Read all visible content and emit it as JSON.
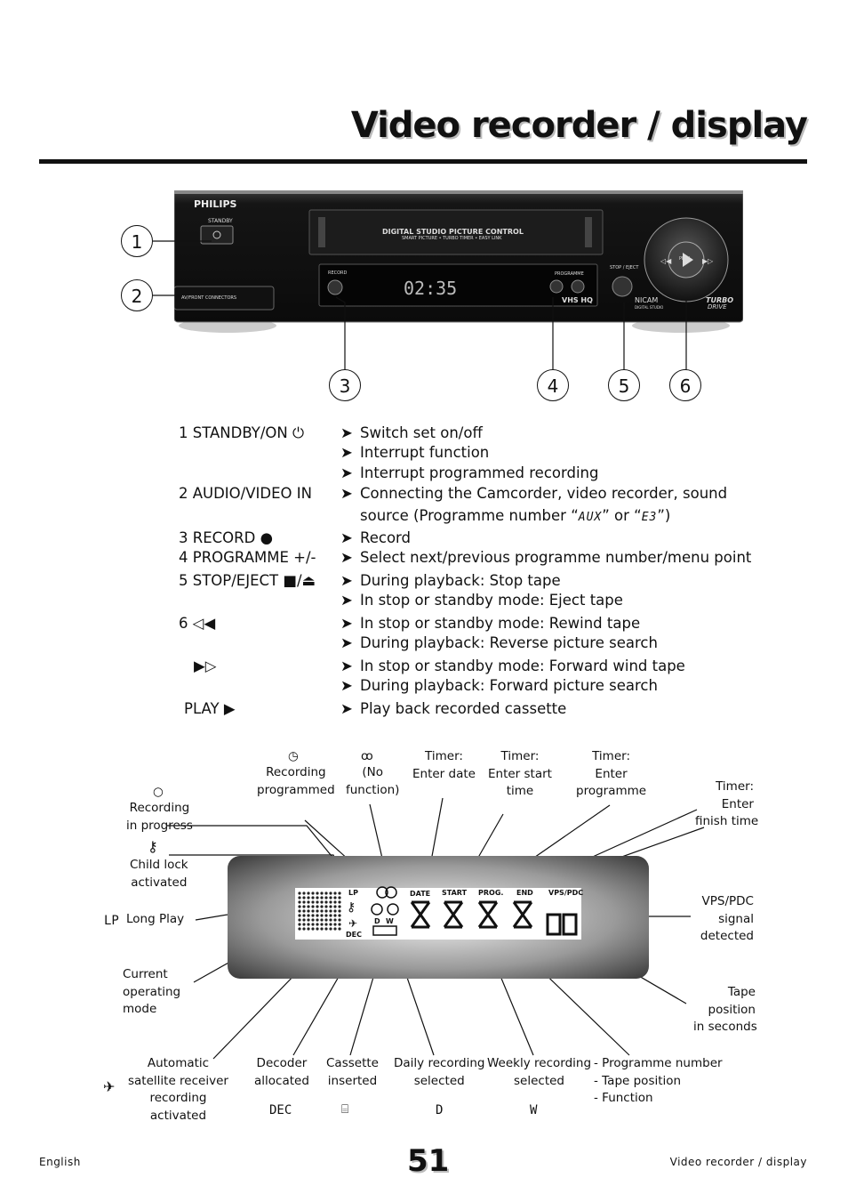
{
  "title": "Video recorder /  display",
  "vcr": {
    "brand": "PHILIPS",
    "standby_label": "STANDBY",
    "cassette_title": "DIGITAL STUDIO PICTURE CONTROL",
    "cassette_subtitle": "SMART PICTURE • TURBO TIMER • EASY LINK",
    "record_label": "RECORD",
    "programme_label": "PROGRAMME",
    "stop_eject_label": "STOP / EJECT",
    "play_label": "PLAY",
    "nicam": "NICAM",
    "digital_studio": "DIGITAL STUDIO",
    "turbo": "TURBO",
    "drive": "DRIVE",
    "av_connectors": "AV/FRONT CONNECTORS",
    "vhs_hq": "VHS HQ",
    "lcd_time": "02:35"
  },
  "callouts": [
    "1",
    "2",
    "3",
    "4",
    "5",
    "6"
  ],
  "functions": {
    "standby_label": "1 STANDBY/ON",
    "standby_items": [
      "Switch set on/off",
      "Interrupt function",
      "Interrupt programmed recording"
    ],
    "av_label": "2 AUDIO/VIDEO IN",
    "av_item1": "Connecting the Camcorder, video recorder, sound",
    "av_item2_pre": "source (Programme number “",
    "av_seg1": "AUX",
    "av_mid": "” or “",
    "av_seg2": "E3",
    "av_end": "”)",
    "record_label": "3 RECORD",
    "record_item": "Record",
    "prog_label": "4 PROGRAMME +/-",
    "prog_item": "Select next/previous programme number/menu point",
    "stop_label": "5 STOP/EJECT",
    "stop_items": [
      "During playback:   Stop tape",
      "In stop or standby mode: Eject tape"
    ],
    "rew_label": "6",
    "rew_items": [
      "In stop or standby mode: Rewind tape",
      "During playback: Reverse picture search"
    ],
    "ff_items": [
      "In stop or standby mode: Forward wind tape",
      "During playback: Forward picture search"
    ],
    "play_label": "PLAY",
    "play_item": "Play back recorded cassette"
  },
  "display": {
    "rec_programmed": [
      "Recording",
      "programmed"
    ],
    "no_function": [
      "(No",
      "function)"
    ],
    "timer_date": [
      "Timer:",
      "Enter date"
    ],
    "timer_start": [
      "Timer:",
      "Enter start",
      "time"
    ],
    "timer_prog": [
      "Timer:",
      "Enter",
      "programme"
    ],
    "timer_finish": [
      "Timer:",
      "Enter",
      "finish time"
    ],
    "rec_progress": [
      "Recording",
      "in progress"
    ],
    "child_lock": [
      "Child lock",
      "activated"
    ],
    "long_play": "Long Play",
    "lp_code": "LP",
    "vps": [
      "VPS/PDC",
      "signal",
      "detected"
    ],
    "current_mode": [
      "Current",
      "operating",
      "mode"
    ],
    "tape_pos": [
      "Tape",
      "position",
      "in seconds"
    ],
    "satellite": [
      "Automatic",
      "satellite receiver",
      "recording",
      "activated"
    ],
    "decoder": [
      "Decoder",
      "allocated"
    ],
    "cassette": [
      "Cassette",
      "inserted"
    ],
    "daily": [
      "Daily recording",
      "selected"
    ],
    "weekly": [
      "Weekly recording",
      "selected"
    ],
    "prog_list": [
      "- Programme number",
      "- Tape position",
      "- Function"
    ],
    "dec_code": "DEC",
    "d_code": "D",
    "w_code": "W",
    "lcd_lp": "LP",
    "lcd_dec": "DEC",
    "lcd_date": "DATE",
    "lcd_start": "START",
    "lcd_prog": "PROG.",
    "lcd_end": "END",
    "lcd_vps": "VPS/PDC",
    "lcd_d": "D",
    "lcd_w": "W",
    "lcd_88": "88"
  },
  "footer": {
    "left": "English",
    "page": "51",
    "right": "Video recorder /  display"
  }
}
